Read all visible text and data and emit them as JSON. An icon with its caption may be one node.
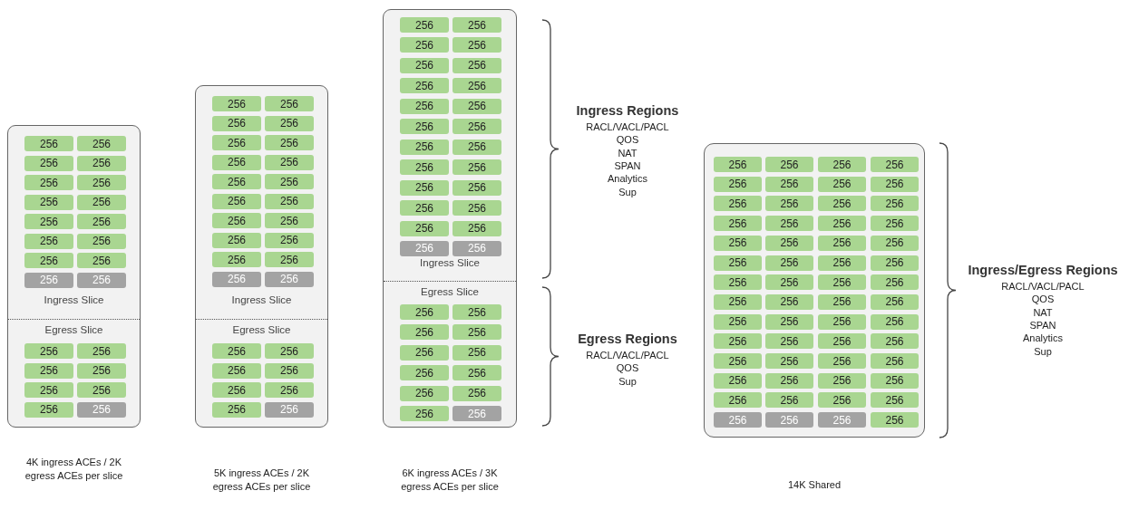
{
  "diagram": {
    "nodes": [
      {
        "text": [
          "Ingress Slice",
          "Egress Slice"
        ]
      },
      {
        "text": [
          "256"
        ],
        "in": 0
      },
      {
        "text": [
          "256"
        ],
        "in": 0
      },
      {
        "text": [
          "256"
        ],
        "in": 0
      },
      {
        "text": [
          "256"
        ],
        "in": 0
      },
      {
        "text": [
          "256"
        ],
        "in": 0
      },
      {
        "text": [
          "256"
        ],
        "in": 0
      },
      {
        "text": [
          "256"
        ],
        "in": 0
      },
      {
        "text": [
          "256"
        ],
        "in": 0
      },
      {
        "text": [
          "256"
        ],
        "in": 0
      },
      {
        "text": [
          "256"
        ],
        "in": 0
      },
      {
        "text": [
          "256"
        ],
        "in": 0
      },
      {
        "text": [
          "256"
        ],
        "in": 0
      },
      {
        "text": [
          "256"
        ],
        "in": 0
      },
      {
        "text": [
          "256"
        ],
        "in": 0
      },
      {
        "text": [
          "256"
        ],
        "in": 0
      },
      {
        "text": [
          "256"
        ],
        "in": 0
      },
      {
        "text": [
          "256"
        ],
        "in": 0
      },
      {
        "text": [
          "256"
        ],
        "in": 0
      },
      {
        "text": [
          "256"
        ],
        "in": 0
      },
      {
        "text": [
          "256"
        ],
        "in": 0
      },
      {
        "text": [
          "256"
        ],
        "in": 0
      },
      {
        "text": [
          "256"
        ],
        "in": 0
      },
      {
        "text": [
          "256"
        ],
        "in": 0
      },
      {
        "text": [
          "256"
        ],
        "in": 0
      },
      {
        "text": [
          "Ingress Slice",
          "Egress Slice"
        ]
      },
      {
        "text": [
          "256"
        ],
        "in": 25
      },
      {
        "text": [
          "256"
        ],
        "in": 25
      },
      {
        "text": [
          "256"
        ],
        "in": 25
      },
      {
        "text": [
          "256"
        ],
        "in": 25
      },
      {
        "text": [
          "256"
        ],
        "in": 25
      },
      {
        "text": [
          "256"
        ],
        "in": 25
      },
      {
        "text": [
          "256"
        ],
        "in": 25
      },
      {
        "text": [
          "256"
        ],
        "in": 25
      },
      {
        "text": [
          "256"
        ],
        "in": 25
      },
      {
        "text": [
          "256"
        ],
        "in": 25
      },
      {
        "text": [
          "256"
        ],
        "in": 25
      },
      {
        "text": [
          "256"
        ],
        "in": 25
      },
      {
        "text": [
          "256"
        ],
        "in": 25
      },
      {
        "text": [
          "256"
        ],
        "in": 25
      },
      {
        "text": [
          "256"
        ],
        "in": 25
      },
      {
        "text": [
          "256"
        ],
        "in": 25
      },
      {
        "text": [
          "256"
        ],
        "in": 25
      },
      {
        "text": [
          "256"
        ],
        "in": 25
      },
      {
        "text": [
          "256"
        ],
        "in": 25
      },
      {
        "text": [
          "256"
        ],
        "in": 25
      },
      {
        "text": [
          "256"
        ],
        "in": 25
      },
      {
        "text": [
          "256"
        ],
        "in": 25
      },
      {
        "text": [
          "256"
        ],
        "in": 25
      },
      {
        "text": [
          "256"
        ],
        "in": 25
      },
      {
        "text": [
          "256"
        ],
        "in": 25
      },
      {
        "text": [
          "256"
        ],
        "in": 25
      },
      {
        "text": [
          "256"
        ],
        "in": 25
      },
      {
        "text": [
          "256"
        ],
        "in": 25
      },
      {
        "text": [
          "Ingress Slice",
          "Egress Slice"
        ]
      },
      {
        "text": [
          "256"
        ],
        "in": 54
      },
      {
        "text": [
          "256"
        ],
        "in": 54
      },
      {
        "text": [
          "256"
        ],
        "in": 54
      },
      {
        "text": [
          "256"
        ],
        "in": 54
      },
      {
        "text": [
          "256"
        ],
        "in": 54
      },
      {
        "text": [
          "256"
        ],
        "in": 54
      },
      {
        "text": [
          "256"
        ],
        "in": 54
      },
      {
        "text": [
          "256"
        ],
        "in": 54
      },
      {
        "text": [
          "256"
        ],
        "in": 54
      },
      {
        "text": [
          "256"
        ],
        "in": 54
      },
      {
        "text": [
          "256"
        ],
        "in": 54
      },
      {
        "text": [
          "256"
        ],
        "in": 54
      },
      {
        "text": [
          "256"
        ],
        "in": 54
      },
      {
        "text": [
          "256"
        ],
        "in": 54
      },
      {
        "text": [
          "256"
        ],
        "in": 54
      },
      {
        "text": [
          "256"
        ],
        "in": 54
      },
      {
        "text": [
          "256"
        ],
        "in": 54
      },
      {
        "text": [
          "256"
        ],
        "in": 54
      },
      {
        "text": [
          "256"
        ],
        "in": 54
      },
      {
        "text": [
          "256"
        ],
        "in": 54
      },
      {
        "text": [
          "256"
        ],
        "in": 54
      },
      {
        "text": [
          "256"
        ],
        "in": 54
      },
      {
        "text": [
          "256"
        ],
        "in": 54
      },
      {
        "text": [
          "256"
        ],
        "in": 54
      },
      {
        "text": [
          "256"
        ],
        "in": 54
      },
      {
        "text": [
          "256"
        ],
        "in": 54
      },
      {
        "text": [
          "256"
        ],
        "in": 54
      },
      {
        "text": [
          "256"
        ],
        "in": 54
      },
      {
        "text": [
          "256"
        ],
        "in": 54
      },
      {
        "text": [
          "256"
        ],
        "in": 54
      },
      {
        "text": [
          "256"
        ],
        "in": 54
      },
      {
        "text": [
          "256"
        ],
        "in": 54
      },
      {
        "text": [
          "256"
        ],
        "in": 54
      },
      {
        "text": [
          "256"
        ],
        "in": 54
      },
      {
        "text": [
          "256"
        ],
        "in": 54
      },
      {
        "text": [
          "256"
        ],
        "in": 54
      },
      {
        "text": [],
        "shape": "box"
      },
      {
        "text": [
          "256"
        ],
        "in": 91
      },
      {
        "text": [
          "256"
        ],
        "in": 91
      },
      {
        "text": [
          "256"
        ],
        "in": 91
      },
      {
        "text": [
          "256"
        ],
        "in": 91
      },
      {
        "text": [
          "256"
        ],
        "in": 91
      },
      {
        "text": [
          "256"
        ],
        "in": 91
      },
      {
        "text": [
          "256"
        ],
        "in": 91
      },
      {
        "text": [
          "256"
        ],
        "in": 91
      },
      {
        "text": [
          "256"
        ],
        "in": 91
      },
      {
        "text": [
          "256"
        ],
        "in": 91
      },
      {
        "text": [
          "256"
        ],
        "in": 91
      },
      {
        "text": [
          "256"
        ],
        "in": 91
      },
      {
        "text": [
          "256"
        ],
        "in": 91
      },
      {
        "text": [
          "256"
        ],
        "in": 91
      },
      {
        "text": [
          "256"
        ],
        "in": 91
      },
      {
        "text": [
          "256"
        ],
        "in": 91
      },
      {
        "text": [
          "256"
        ],
        "in": 91
      },
      {
        "text": [
          "256"
        ],
        "in": 91
      },
      {
        "text": [
          "256"
        ],
        "in": 91
      },
      {
        "text": [
          "256"
        ],
        "in": 91
      },
      {
        "text": [
          "256"
        ],
        "in": 91
      },
      {
        "text": [
          "256"
        ],
        "in": 91
      },
      {
        "text": [
          "256"
        ],
        "in": 91
      },
      {
        "text": [
          "256"
        ],
        "in": 91
      },
      {
        "text": [
          "256"
        ],
        "in": 91
      },
      {
        "text": [
          "256"
        ],
        "in": 91
      },
      {
        "text": [
          "256"
        ],
        "in": 91
      },
      {
        "text": [
          "256"
        ],
        "in": 91
      },
      {
        "text": [
          "256"
        ],
        "in": 91
      },
      {
        "text": [
          "256"
        ],
        "in": 91
      },
      {
        "text": [
          "256"
        ],
        "in": 91
      },
      {
        "text": [
          "256"
        ],
        "in": 91
      },
      {
        "text": [
          "256"
        ],
        "in": 91
      },
      {
        "text": [
          "256"
        ],
        "in": 91
      },
      {
        "text": [
          "256"
        ],
        "in": 91
      },
      {
        "text": [
          "256"
        ],
        "in": 91
      },
      {
        "text": [
          "256"
        ],
        "in": 91
      },
      {
        "text": [
          "256"
        ],
        "in": 91
      },
      {
        "text": [
          "256"
        ],
        "in": 91
      },
      {
        "text": [
          "256"
        ],
        "in": 91
      },
      {
        "text": [
          "256"
        ],
        "in": 91
      },
      {
        "text": [
          "256"
        ],
        "in": 91
      },
      {
        "text": [
          "256"
        ],
        "in": 91
      },
      {
        "text": [
          "256"
        ],
        "in": 91
      },
      {
        "text": [
          "256"
        ],
        "in": 91
      },
      {
        "text": [
          "256"
        ],
        "in": 91
      },
      {
        "text": [
          "256"
        ],
        "in": 91
      },
      {
        "text": [
          "256"
        ],
        "in": 91
      },
      {
        "text": [
          "256"
        ],
        "in": 91
      },
      {
        "text": [
          "256"
        ],
        "in": 91
      },
      {
        "text": [
          "256"
        ],
        "in": 91
      },
      {
        "text": [
          "256"
        ],
        "in": 91
      },
      {
        "text": [
          "256"
        ],
        "in": 91
      },
      {
        "text": [
          "256"
        ],
        "in": 91
      },
      {
        "text": [
          "256"
        ],
        "in": 91
      },
      {
        "text": [
          "256"
        ],
        "in": 91
      }
    ],
    "labels": [
      "Ingress Regions",
      "RACL/VACL/PACL",
      "QOS",
      "NAT",
      "SPAN",
      "Analytics",
      "Sup",
      "Egress Regions",
      "RACL/VACL/PACL",
      "QOS",
      "Sup",
      "Ingress/Egress Regions",
      "RACL/VACL/PACL",
      "QOS",
      "NAT",
      "SPAN",
      "Analytics",
      "Sup",
      "4K ingress ACEs / 2K egress ACEs per slice",
      "5K ingress ACEs / 2K egress ACEs per slice",
      "6K ingress ACEs / 3K egress ACEs per slice",
      "14K Shared"
    ]
  }
}
